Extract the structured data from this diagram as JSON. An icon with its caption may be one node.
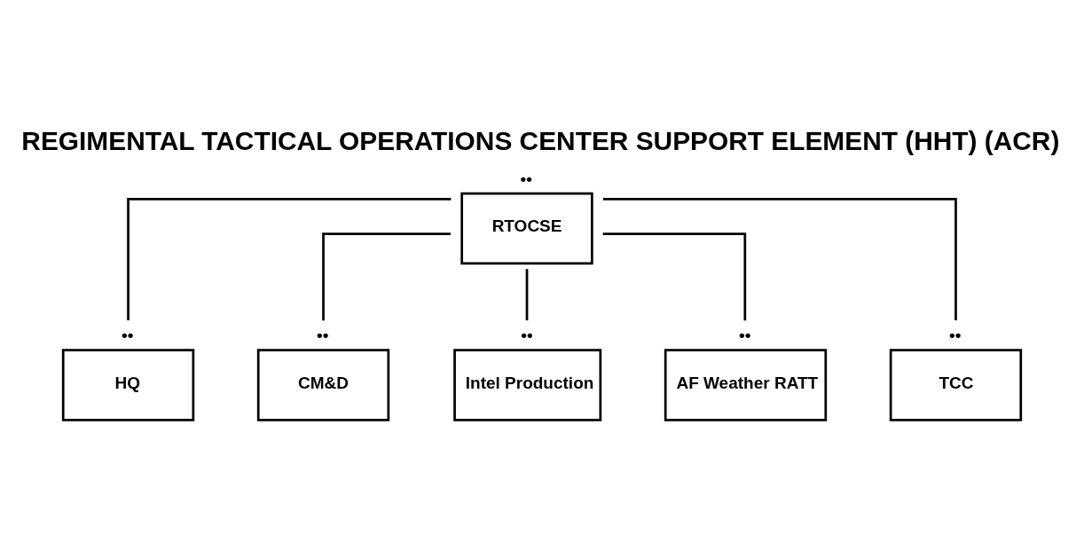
{
  "diagram": {
    "title": "REGIMENTAL TACTICAL OPERATIONS CENTER SUPPORT ELEMENT (HHT) (ACR)",
    "nodes": [
      {
        "text": [
          "RTOCSE"
        ],
        "beside": [
          "••"
        ]
      },
      {
        "text": [
          "HQ"
        ],
        "beside": [
          "••"
        ]
      },
      {
        "text": [
          "CM&D"
        ],
        "beside": [
          "••"
        ]
      },
      {
        "text": [
          "Intel Production"
        ],
        "beside": [
          "••"
        ]
      },
      {
        "text": [
          "AF Weather RATT"
        ],
        "beside": [
          "••"
        ]
      },
      {
        "text": [
          "TCC"
        ],
        "beside": [
          "••"
        ]
      }
    ],
    "edges": [
      {
        "from": 0,
        "to": 1,
        "arrow": "none"
      },
      {
        "from": 0,
        "to": 2,
        "arrow": "none"
      },
      {
        "from": 0,
        "to": 3,
        "arrow": "none"
      },
      {
        "from": 0,
        "to": 4,
        "arrow": "none"
      },
      {
        "from": 0,
        "to": 5,
        "arrow": "none"
      }
    ]
  }
}
